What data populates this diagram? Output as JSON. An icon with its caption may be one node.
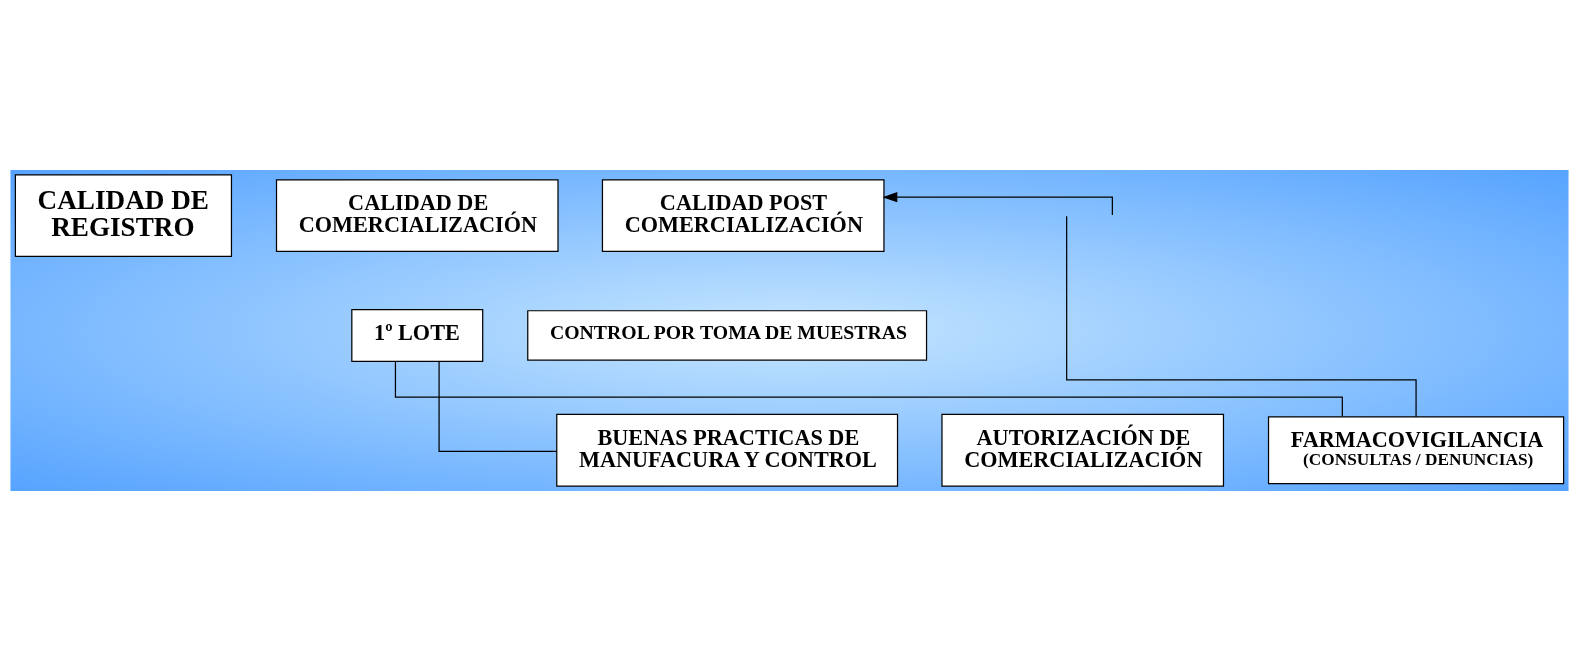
{
  "diagram": {
    "nodes": [
      {
        "text": [
          "CALIDAD DE REGISTRO"
        ]
      },
      {
        "text": [
          "CALIDAD DE COMERCIALIZACIÓN"
        ]
      },
      {
        "text": [
          "CALIDAD POST COMERCIALIZACIÓN"
        ]
      },
      {
        "text": [
          "1º LOTE"
        ]
      },
      {
        "text": [
          "CONTROL POR TOMA DE MUESTRAS"
        ]
      },
      {
        "text": [
          "BUENAS PRACTICAS DE MANUFACURA Y CONTROL"
        ]
      },
      {
        "text": [
          "AUTORIZACIÓN DE COMERCIALIZACIÓN"
        ]
      },
      {
        "text": [
          "FARMACOVIGILANCIA",
          "(CONSULTAS / DENUNCIAS)"
        ]
      }
    ],
    "edges": [
      {
        "from": 3,
        "to": 5,
        "arrow": "none"
      },
      {
        "from": 3,
        "to": 7,
        "arrow": "none"
      },
      {
        "from": null,
        "to": 2,
        "arrow": "to"
      },
      {
        "from": 7,
        "to": null,
        "arrow": "none"
      }
    ]
  }
}
